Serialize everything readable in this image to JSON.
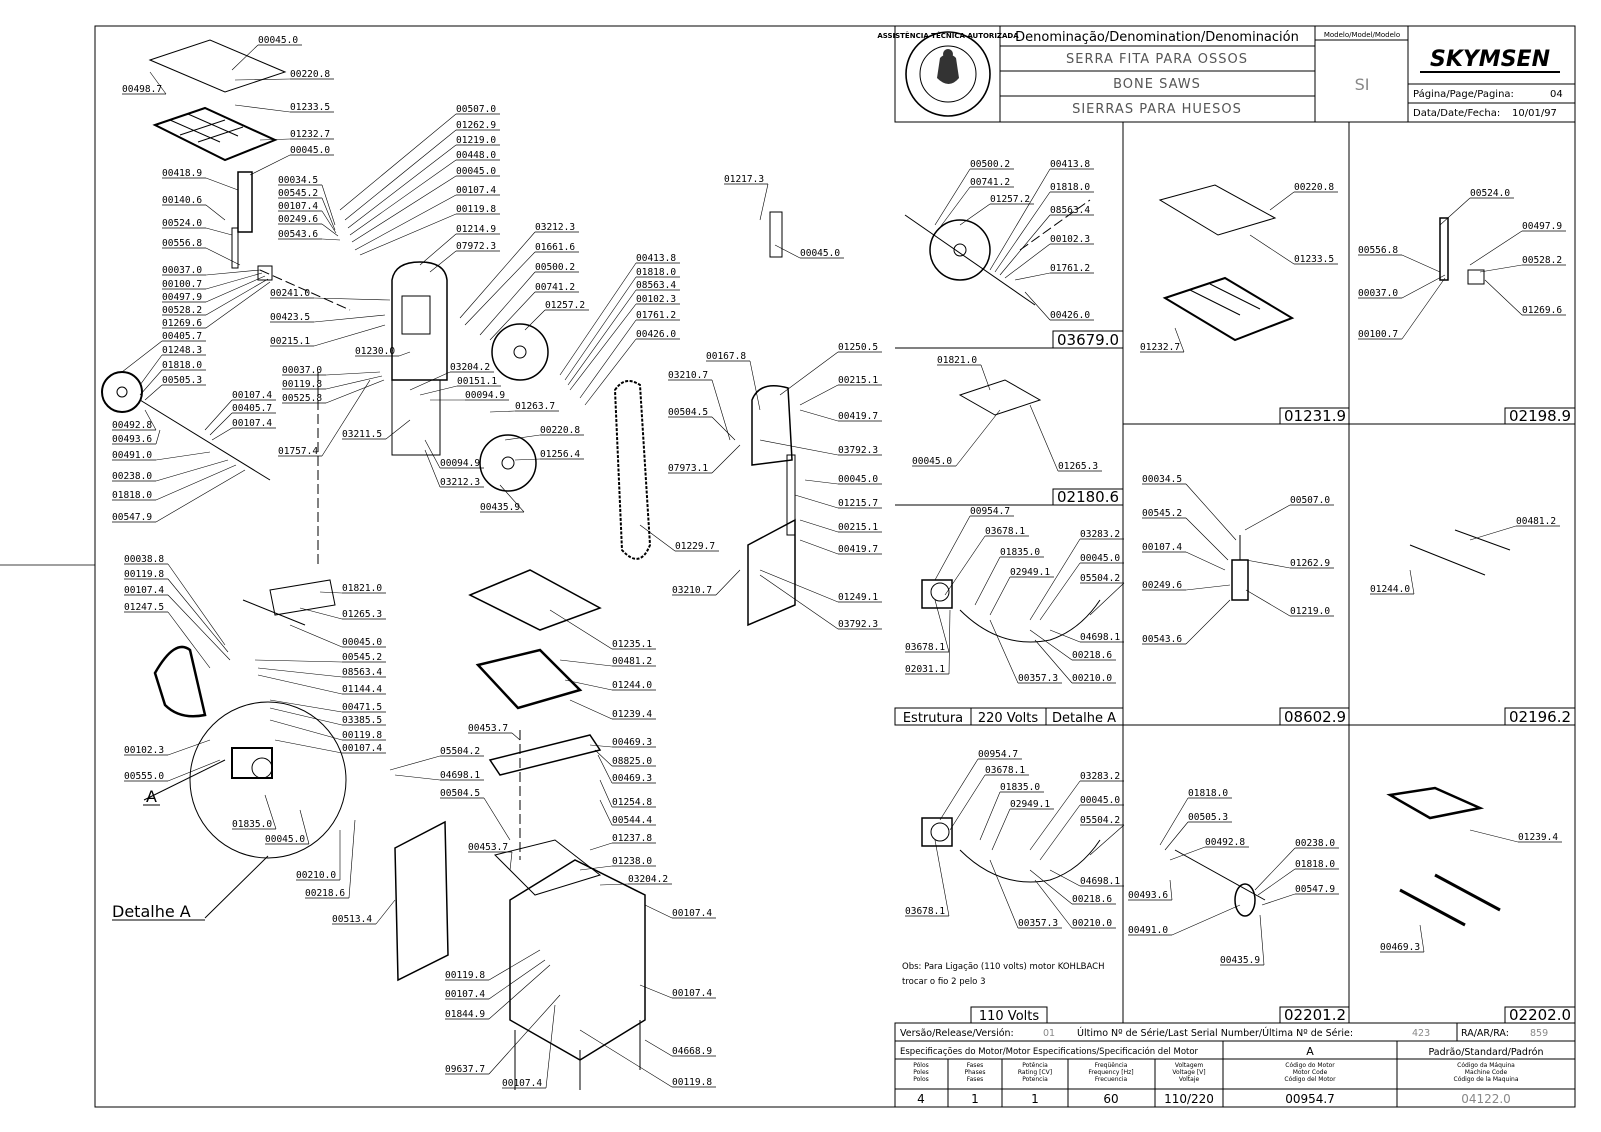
{
  "title_block": {
    "denomination_header": "Denominação/Denomination/Denominación",
    "model_header": "Modelo/Model/Modelo",
    "name_pt": "SERRA FITA PARA OSSOS",
    "name_en": "BONE SAWS",
    "name_es": "SIERRAS PARA HUESOS",
    "model": "SI",
    "brand": "SKYMSEN",
    "page_label": "Página/Page/Pagina:",
    "page_value": "04",
    "date_label": "Data/Date/Fecha:",
    "date_value": "10/01/97",
    "seal_text": "ASSISTÊNCIA TÉCNICA AUTORIZADA"
  },
  "footer": {
    "version_label": "Versão/Release/Versión:",
    "version_value": "01",
    "serial_label": "Último Nº de Série/Last Serial Number/Última Nº de Série:",
    "serial_value": "423",
    "ra_label": "RA/AR/RA:",
    "ra_value": "859",
    "motor_spec_label": "Especificações do Motor/Motor Especifications/Specificación del Motor",
    "motor_letter": "A",
    "standard_label": "Padrão/Standard/Padrón",
    "col_poles": [
      "Pólos",
      "Poles",
      "Polos"
    ],
    "col_phases": [
      "Fases",
      "Phases",
      "Fases"
    ],
    "col_power": [
      "Potência",
      "Rating [CV]",
      "Potencia"
    ],
    "col_freq": [
      "Freqüência",
      "Frequency [Hz]",
      "Frecuencia"
    ],
    "col_voltage": [
      "Voltagem",
      "Voltage [V]",
      "Voltaje"
    ],
    "col_motor_code": [
      "Código do Motor",
      "Motor Code",
      "Código del Motor"
    ],
    "col_machine_code": [
      "Código da Máquina",
      "Machine Code",
      "Código de la Maquina"
    ],
    "val_poles": "4",
    "val_phases": "1",
    "val_power": "1",
    "val_freq": "60",
    "val_voltage": "110/220",
    "val_motor_code": "00954.7",
    "val_machine_code": "04122.0"
  },
  "panels": {
    "p1_code": "03679.0",
    "p2_code": "01231.9",
    "p3_code": "02198.9",
    "p4_code": "02180.6",
    "p5_code": "08602.9",
    "p6_code": "02196.2",
    "p7_cap1": "Estrutura",
    "p7_cap2": "220 Volts",
    "p7_cap3": "Detalhe A",
    "p8_cap": "110 Volts",
    "p8_note1": "Obs: Para Ligação (110 volts) motor KOHLBACH",
    "p8_note2": "trocar o fio 2 pelo 3",
    "p9_code": "02201.2",
    "p10_code": "02202.0"
  },
  "main": {
    "detail_label": "Detalhe A",
    "a_label": "A"
  },
  "labels": {
    "m1": "00045.0",
    "m2": "00220.8",
    "m3": "00498.7",
    "m4": "01233.5",
    "m5": "01232.7",
    "m6": "00045.0",
    "m7": "00418.9",
    "m8": "00140.6",
    "m9": "00524.0",
    "m10": "00556.8",
    "m11": "00037.0",
    "m12": "00100.7",
    "m13": "00497.9",
    "m14": "00528.2",
    "m15": "01269.6",
    "m16": "00405.7",
    "m17": "01248.3",
    "m18": "01818.0",
    "m19": "00505.3",
    "m20": "00492.8",
    "m21": "00493.6",
    "m22": "00491.0",
    "m23": "00238.0",
    "m24": "01818.0",
    "m25": "00547.9",
    "m26": "00107.4",
    "m27": "00405.7",
    "m28": "00107.4",
    "m29": "00034.5",
    "m30": "00545.2",
    "m31": "00107.4",
    "m32": "00249.6",
    "m33": "00543.6",
    "m34": "00241.0",
    "m35": "00423.5",
    "m36": "00215.1",
    "m37": "00037.0",
    "m38": "00119.8",
    "m39": "00525.8",
    "m40": "01757.4",
    "m41": "00507.0",
    "m42": "01262.9",
    "m43": "01219.0",
    "m44": "00448.0",
    "m45": "00045.0",
    "m46": "00107.4",
    "m47": "00119.8",
    "m48": "01214.9",
    "m49": "07972.3",
    "m50": "03212.3",
    "m51": "01661.6",
    "m52": "00500.2",
    "m53": "00741.2",
    "m54": "01257.2",
    "m55": "01230.0",
    "m56": "03204.2",
    "m57": "00151.1",
    "m58": "00094.9",
    "m59": "01263.7",
    "m60": "03211.5",
    "m61": "00094.9",
    "m62": "03212.3",
    "m63": "00220.8",
    "m64": "01256.4",
    "m65": "00435.9",
    "m66": "00413.8",
    "m67": "01818.0",
    "m68": "08563.4",
    "m69": "00102.3",
    "m70": "01761.2",
    "m71": "00426.0",
    "m72": "01217.3",
    "m73": "00045.0",
    "m74": "00167.8",
    "m75": "01250.5",
    "m76": "03210.7",
    "m77": "00215.1",
    "m78": "00504.5",
    "m79": "00419.7",
    "m80": "03792.3",
    "m81": "07973.1",
    "m82": "00045.0",
    "m83": "01215.7",
    "m84": "00215.1",
    "m85": "00419.7",
    "m86": "01229.7",
    "m87": "03210.7",
    "m88": "01249.1",
    "m89": "03792.3",
    "m90": "00038.8",
    "m91": "00119.8",
    "m92": "00107.4",
    "m93": "01247.5",
    "m94": "01821.0",
    "m95": "01265.3",
    "m96": "00045.0",
    "m97": "00545.2",
    "m98": "08563.4",
    "m99": "01144.4",
    "m100": "00471.5",
    "m101": "03385.5",
    "m102": "00119.8",
    "m103": "00107.4",
    "m104": "00102.3",
    "m105": "00555.0",
    "m106": "01835.0",
    "m107": "00045.0",
    "m108": "00210.0",
    "m109": "00218.6",
    "m110": "05504.2",
    "m111": "04698.1",
    "m112": "00504.5",
    "m113": "00513.4",
    "m114": "01235.1",
    "m115": "00481.2",
    "m116": "01244.0",
    "m117": "01239.4",
    "m118": "00453.7",
    "m119": "00469.3",
    "m120": "08825.0",
    "m121": "00469.3",
    "m122": "01254.8",
    "m123": "00544.4",
    "m124": "01237.8",
    "m125": "00453.7",
    "m126": "01238.0",
    "m127": "03204.2",
    "m128": "00107.4",
    "m129": "00119.8",
    "m130": "00107.4",
    "m131": "01844.9",
    "m132": "00107.4",
    "m133": "04668.9",
    "m134": "09637.7",
    "m135": "00107.4",
    "m136": "00119.8",
    "a1": "00500.2",
    "a2": "00413.8",
    "a3": "00741.2",
    "a4": "01818.0",
    "a5": "01257.2",
    "a6": "08563.4",
    "a7": "00102.3",
    "a8": "01761.2",
    "a9": "00426.0",
    "b1": "00220.8",
    "b2": "01233.5",
    "b3": "01232.7",
    "c1": "00524.0",
    "c2": "00497.9",
    "c3": "00556.8",
    "c4": "00528.2",
    "c5": "00037.0",
    "c6": "01269.6",
    "c7": "00100.7",
    "d1": "01821.0",
    "d2": "00045.0",
    "d3": "01265.3",
    "e1": "00034.5",
    "e2": "00507.0",
    "e3": "00545.2",
    "e4": "00107.4",
    "e5": "01262.9",
    "e6": "00249.6",
    "e7": "01219.0",
    "e8": "00543.6",
    "f1": "00481.2",
    "f2": "01244.0",
    "g1": "00954.7",
    "g2": "03678.1",
    "g3": "03283.2",
    "g4": "01835.0",
    "g5": "00045.0",
    "g6": "02949.1",
    "g7": "05504.2",
    "g8": "04698.1",
    "g9": "00218.6",
    "g10": "03678.1",
    "g11": "02031.1",
    "g12": "00357.3",
    "g13": "00210.0",
    "h1": "00954.7",
    "h2": "03678.1",
    "h3": "03283.2",
    "h4": "01835.0",
    "h5": "00045.0",
    "h6": "02949.1",
    "h7": "05504.2",
    "h8": "04698.1",
    "h9": "00218.6",
    "h10": "03678.1",
    "h11": "00357.3",
    "h12": "00210.0",
    "i1": "01818.0",
    "i2": "00505.3",
    "i3": "00492.8",
    "i4": "00238.0",
    "i5": "01818.0",
    "i6": "00547.9",
    "i7": "00493.6",
    "i8": "00491.0",
    "i9": "00435.9",
    "j1": "01239.4",
    "j2": "00469.3"
  }
}
